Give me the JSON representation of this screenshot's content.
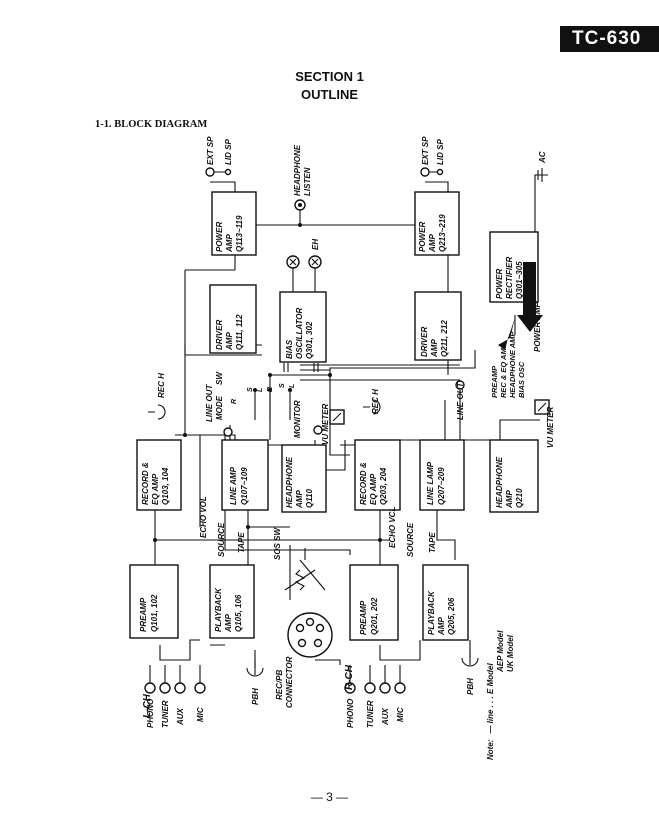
{
  "header": {
    "model": "TC-630",
    "section": "SECTION 1",
    "section_title": "OUTLINE",
    "subsection": "1-1.  BLOCK DIAGRAM"
  },
  "blocks": {
    "power_l": [
      "POWER",
      "AMP",
      "Q113~119"
    ],
    "power_r": [
      "POWER",
      "AMP",
      "Q213~219"
    ],
    "driver_l": [
      "DRIVER",
      "AMP",
      "Q111, 112"
    ],
    "driver_r": [
      "DRIVER",
      "AMP",
      "Q211, 212"
    ],
    "bias": [
      "BIAS",
      "OSCILLATOR",
      "Q301, 302"
    ],
    "rectifier": [
      "POWER",
      "RECTIFIER",
      "Q301~305"
    ],
    "rec_l": [
      "RECORD &",
      "EQ AMP",
      "Q103, 104"
    ],
    "rec_r": [
      "RECORD &",
      "EQ AMP",
      "Q203, 204"
    ],
    "line_l": [
      "LINE AMP",
      "Q107~109"
    ],
    "line_r": [
      "LINE LAMP",
      "Q207~209"
    ],
    "hp_l": [
      "HEADPHONE",
      "AMP",
      "Q110"
    ],
    "hp_r": [
      "HEADPHONE",
      "AMP",
      "Q210"
    ],
    "pre_l": [
      "PREAMP",
      "Q101, 102"
    ],
    "pre_r": [
      "PREAMP",
      "Q201, 202"
    ],
    "pb_l": [
      "PLAYBACK",
      "AMP",
      "Q105, 106"
    ],
    "pb_r": [
      "PLAYBACK",
      "AMP",
      "Q205, 206"
    ]
  },
  "labels": {
    "ext_sp": "EXT SP",
    "lid_sp": "LID SP",
    "headphone": "HEADPHONE",
    "listen": "LISTEN",
    "ac": "AC",
    "eh": "EH",
    "rec_h": "REC H",
    "line_out": "LINE OUT",
    "mode_sw": "MODE",
    "sw": "SW",
    "monitor": "MONITOR",
    "vu_meter": "VU METER",
    "echo_vol": "ECHO VOL",
    "echo_vcl": "ECHO VCL",
    "source": "SOURCE",
    "tape": "TAPE",
    "sos_sw": "SOS SW",
    "l_ch": "L-CH",
    "r_ch": "R-CH",
    "phono": "PHONO",
    "tuner": "TUNER",
    "aux": "AUX",
    "mic": "MIC",
    "pbh": "PBH",
    "rec_pb": "REC/PB",
    "connector": "CONNECTOR",
    "power_amp": "POWER AMP",
    "preamp_list": [
      "PREAMP",
      "REC & EQ AMP",
      "HEADPHONE AMP",
      "BIAS OSC"
    ],
    "pin_r": "R",
    "pin_s": "S",
    "pin_l": "L"
  },
  "note": {
    "title": "Note:",
    "text": "— line . . . E Model",
    "line2": "AEP Model",
    "line3": "UK Model"
  },
  "page": "— 3 —"
}
